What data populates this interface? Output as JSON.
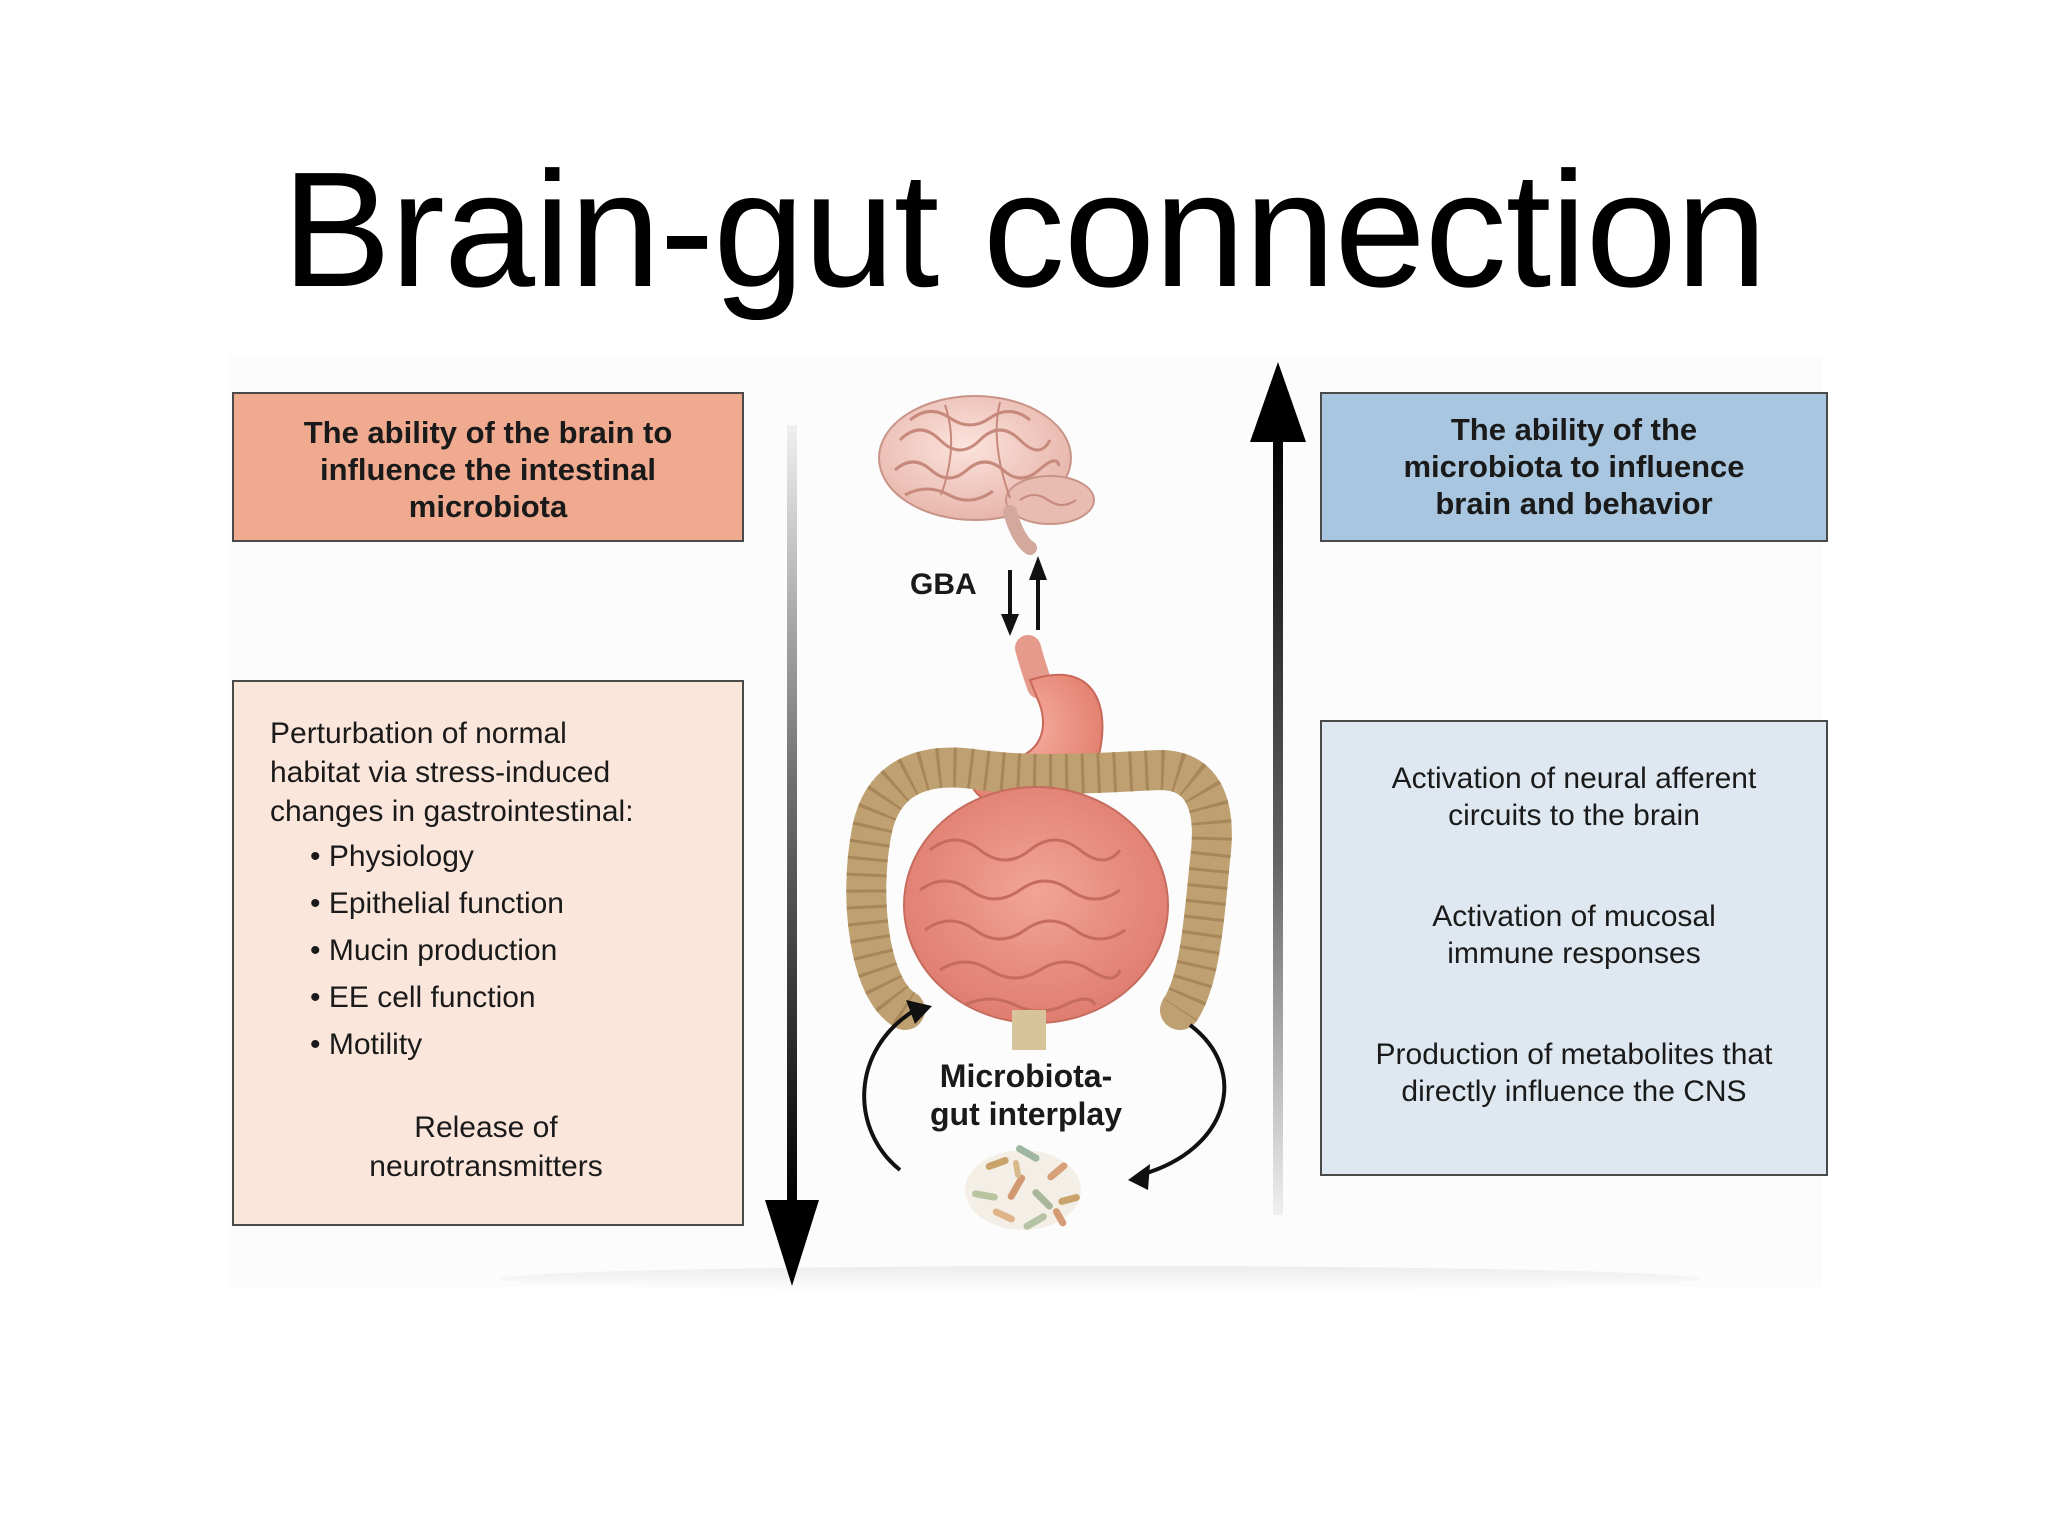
{
  "slide": {
    "title": "Brain-gut connection"
  },
  "left_header": {
    "lines": [
      "The ability of the brain to",
      "influence the intestinal",
      "microbiota"
    ],
    "color": "#efaa90"
  },
  "left_body": {
    "intro_lines": [
      "Perturbation of normal",
      "habitat via stress-induced",
      "changes in gastrointestinal:"
    ],
    "bullets": [
      "Physiology",
      "Epithelial function",
      "Mucin production",
      "EE cell function",
      "Motility"
    ],
    "release_lines": [
      "Release of",
      "neurotransmitters"
    ],
    "color": "#fbe6dc"
  },
  "right_header": {
    "lines": [
      "The ability of the",
      "microbiota to influence",
      "brain and behavior"
    ],
    "color": "#a8c6df"
  },
  "right_body": {
    "effects": [
      [
        "Activation of neural afferent",
        "circuits to the brain"
      ],
      [
        "Activation of mucosal",
        "immune responses"
      ],
      [
        "Production of metabolites that",
        "directly influence the CNS"
      ]
    ],
    "color": "#dfe8f1"
  },
  "center": {
    "gba_label": "GBA",
    "interplay_lines": [
      "Microbiota-",
      "gut interplay"
    ],
    "icons": [
      "brain-icon",
      "stomach-icon",
      "intestine-icon",
      "bacteria-icon"
    ]
  }
}
